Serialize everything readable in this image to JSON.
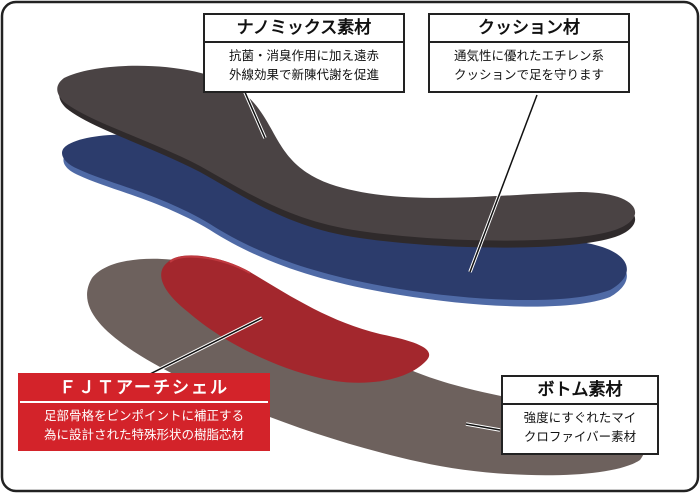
{
  "labels": {
    "nano": {
      "title": "ナノミックス素材",
      "desc_lines": [
        "抗菌・消臭作用に加え遠赤",
        "外線効果で新陳代謝を促進"
      ]
    },
    "cushion": {
      "title": "クッション材",
      "desc_lines": [
        "通気性に優れたエチレン系",
        "クッションで足を守ります"
      ]
    },
    "fjt": {
      "title": "ＦＪＴアーチシェル",
      "desc_lines": [
        "足部骨格をピンポイントに補正する",
        "為に設計された特殊形状の樹脂芯材"
      ]
    },
    "bottom": {
      "title": "ボトム素材",
      "desc_lines": [
        "強度にすぐれたマイ",
        "クロファイバー素材"
      ]
    }
  },
  "colors": {
    "frame": "#222222",
    "nano_layer": "#4a4344",
    "cushion_layer": "#2c3c6c",
    "cushion_edge": "#4f6aa6",
    "arch_shell": "#a3272d",
    "bottom_layer": "#6d615d",
    "fjt_box": "#d3232a"
  }
}
